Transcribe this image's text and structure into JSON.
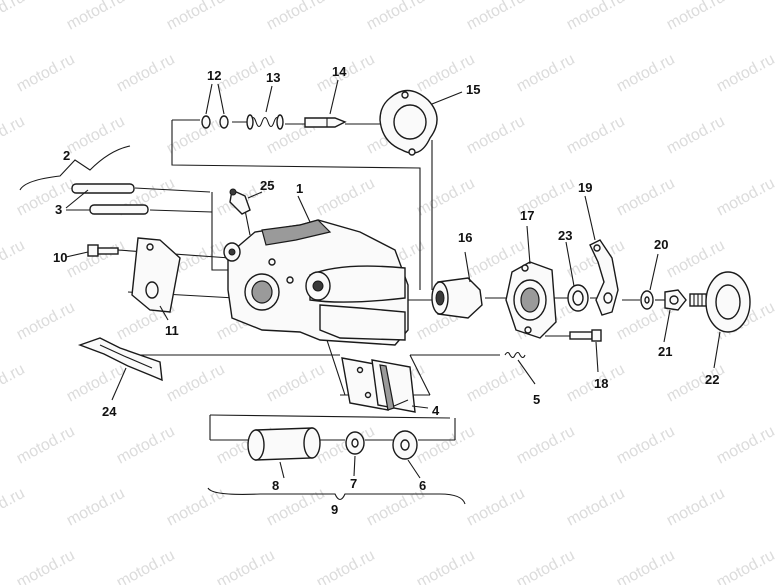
{
  "watermark": "motod.ru",
  "callouts": {
    "c1": "1",
    "c2": "2",
    "c3": "3",
    "c4": "4",
    "c5": "5",
    "c6": "6",
    "c7": "7",
    "c8": "8",
    "c9": "9",
    "c10": "10",
    "c11": "11",
    "c12": "12",
    "c13": "13",
    "c14": "14",
    "c15": "15",
    "c16": "16",
    "c17": "17",
    "c18": "18",
    "c19": "19",
    "c20": "20",
    "c21": "21",
    "c22": "22",
    "c23": "23",
    "c24": "24",
    "c25": "25"
  }
}
